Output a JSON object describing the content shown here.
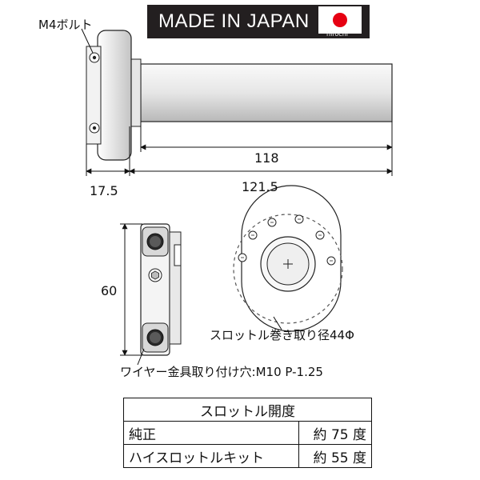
{
  "badge": {
    "text": "MADE IN JAPAN",
    "flag_color": "#e60012",
    "watermark": "hirochi"
  },
  "labels": {
    "bolt": "M4ボルト",
    "length_118": "118",
    "dim_17_5": "17.5",
    "dim_121_5": "121.5",
    "height_60": "60",
    "wind_diameter": "スロットル巻き取り径44Φ",
    "wire_mount": "ワイヤー金具取り付け穴:M10 P-1.25"
  },
  "table": {
    "title": "スロットル開度",
    "rows": [
      {
        "name": "純正",
        "value": "約 75 度"
      },
      {
        "name": "ハイスロットルキット",
        "value": "約 55 度"
      }
    ]
  }
}
